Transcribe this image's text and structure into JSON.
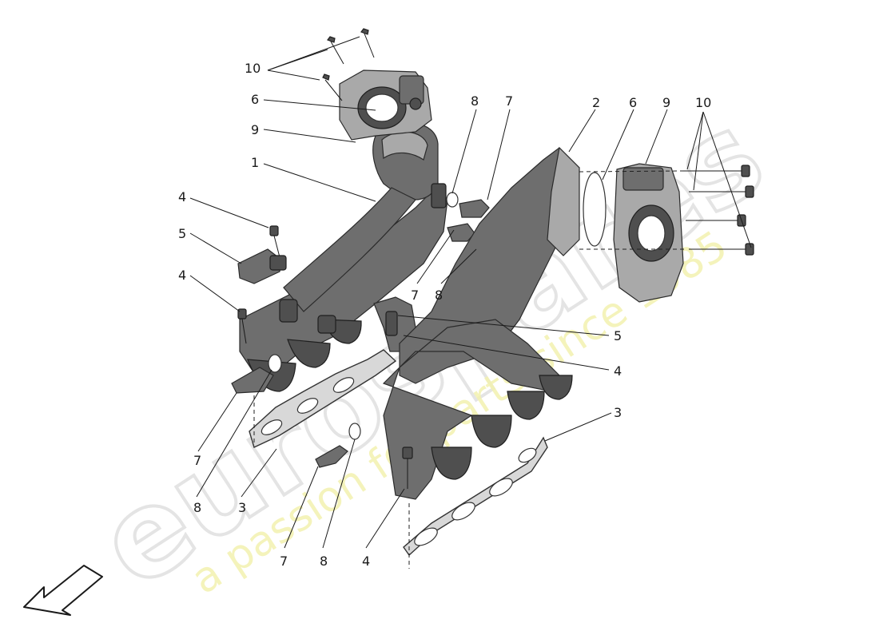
{
  "watermark": {
    "logo_text": "eurospares",
    "tagline": "a passion for parts since 1985",
    "logo_color": "#e4e4e4",
    "tagline_color": "#f3f1b0"
  },
  "callouts": [
    {
      "id": "c10a",
      "label": "10"
    },
    {
      "id": "c6a",
      "label": "6"
    },
    {
      "id": "c9a",
      "label": "9"
    },
    {
      "id": "c1",
      "label": "1"
    },
    {
      "id": "c4a",
      "label": "4"
    },
    {
      "id": "c5a",
      "label": "5"
    },
    {
      "id": "c4b",
      "label": "4"
    },
    {
      "id": "c8a",
      "label": "8"
    },
    {
      "id": "c7a",
      "label": "7"
    },
    {
      "id": "c2",
      "label": "2"
    },
    {
      "id": "c6b",
      "label": "6"
    },
    {
      "id": "c9b",
      "label": "9"
    },
    {
      "id": "c10b",
      "label": "10"
    },
    {
      "id": "c7b",
      "label": "7"
    },
    {
      "id": "c8b",
      "label": "8"
    },
    {
      "id": "c5b",
      "label": "5"
    },
    {
      "id": "c4c",
      "label": "4"
    },
    {
      "id": "c3a",
      "label": "3"
    },
    {
      "id": "c7c",
      "label": "7"
    },
    {
      "id": "c8c",
      "label": "8"
    },
    {
      "id": "c3b",
      "label": "3"
    },
    {
      "id": "c7d",
      "label": "7"
    },
    {
      "id": "c8d",
      "label": "8"
    },
    {
      "id": "c4d",
      "label": "4"
    }
  ],
  "orientation_arrow": "front-direction-arrow-icon"
}
